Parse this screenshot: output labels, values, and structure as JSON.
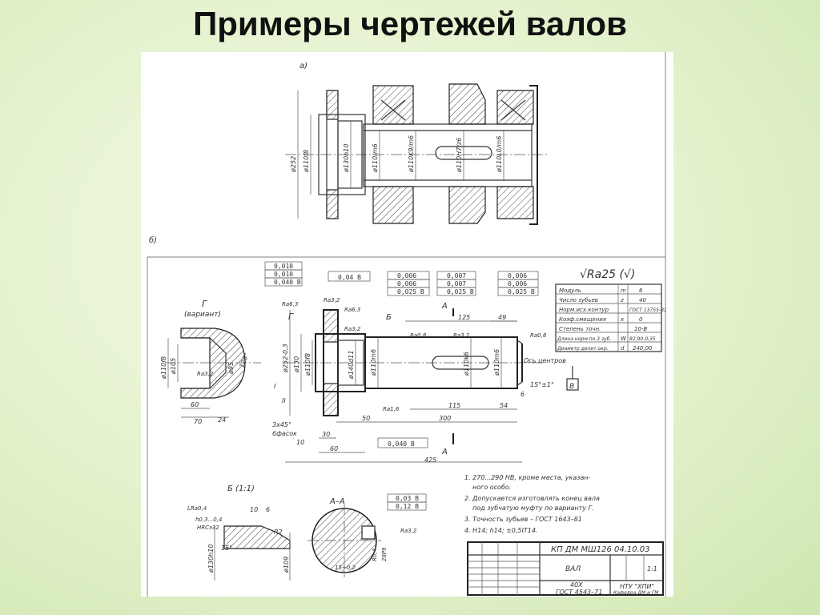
{
  "slide": {
    "title": "Примеры чертежей валов"
  },
  "view_a": {
    "label": "а)",
    "dims": [
      "ø252",
      "ø110f8",
      "ø130h10",
      "ø110/m6",
      "ø110K9/m6",
      "ø110H7/z6",
      "ø110L0/m6"
    ]
  },
  "view_b": {
    "label": "б)",
    "roughness_main": "√Ra25 (√)",
    "tolerance_left": [
      "0,010",
      "0,010",
      "0,040 В"
    ],
    "tolerance_face": "0,04 В",
    "tolerance_mid": [
      "0,006",
      "0,006",
      "0,025 В"
    ],
    "tolerance_center": [
      "0,007",
      "0,007",
      "0,025 В"
    ],
    "tolerance_right": [
      "0,006",
      "0,006",
      "0,025 В"
    ],
    "detail_g_label": "Г",
    "detail_g_sub": "(вариант)",
    "detail_g_dims": [
      "ø110f8",
      "ø105",
      "ø95",
      "120°",
      "60",
      "70",
      "24",
      "Ra3,2"
    ],
    "shaft_dims": [
      "ø252-0,3",
      "ø130",
      "ø110f8",
      "ø140d11",
      "ø110m6",
      "ø110k6",
      "ø110m6"
    ],
    "roughness_marks": [
      "Ra6,3",
      "Ra3,2",
      "Ra6,3",
      "Ra3,2",
      "Ra0,8",
      "Ra3,2",
      "Ra0,8",
      "Ra1,6"
    ],
    "letter_g": "Г",
    "letter_b": "Б",
    "letter_a": "А",
    "letter_v": "В",
    "length_dims": [
      "125",
      "49",
      "115",
      "54",
      "50",
      "300",
      "30",
      "60",
      "425",
      "10",
      "6"
    ],
    "chamfer_label": "3х45°",
    "chamfer_sub": "6фасок",
    "center_axis": "Ось центров",
    "angle_note": "15°±1°",
    "runout_bottom": "0,040 В",
    "roman_one": "I",
    "roman_two": "II"
  },
  "gear_table": {
    "rows": [
      {
        "name": "Модуль",
        "sym": "m",
        "val": "6"
      },
      {
        "name": "Число зубьев",
        "sym": "z",
        "val": "40"
      },
      {
        "name": "Норм.исх.контур",
        "sym": "",
        "val": "ГОСТ 13755-81"
      },
      {
        "name": "Коэф.смещения",
        "sym": "x",
        "val": "0"
      },
      {
        "name": "Степень точн.",
        "sym": "",
        "val": "10-В"
      },
      {
        "name": "Длина норм.по 3 зуб.",
        "sym": "W",
        "val": "82,90-0,35"
      },
      {
        "name": "Диаметр делит.окр.",
        "sym": "d",
        "val": "240,00"
      }
    ]
  },
  "section_b": {
    "label": "Б (1:1)",
    "dims": [
      "LRa0,4",
      "h0,3...0,4",
      "HRCэ32",
      "10",
      "6",
      "R2",
      "15°",
      "ø130h10",
      "ø109"
    ]
  },
  "section_aa": {
    "label": "А–А",
    "tol": [
      "0,03 В",
      "0,12 В"
    ],
    "dims": [
      "R0,4",
      "28P9",
      "15+0,2",
      "Ra3,2"
    ]
  },
  "notes": {
    "items": [
      "1. 270...290 HB, кроме места, указан-",
      "ного особо.",
      "2. Допускается изготовлять конец вала",
      "под зубчатую муфту по варианту Г.",
      "3. Точность зубьев – ГОСТ 1643–81",
      "4. H14;  h14;  ±0,5IT14."
    ]
  },
  "title_block": {
    "code": "КП ДМ МШ126 04.10.03",
    "part_name": "ВАЛ",
    "material": "40Х",
    "material_std": "ГОСТ 4543–71",
    "scale": "1:1",
    "org": "НТУ \"ХПИ\"",
    "dept": "Кафедра ДМ и ГМ"
  }
}
